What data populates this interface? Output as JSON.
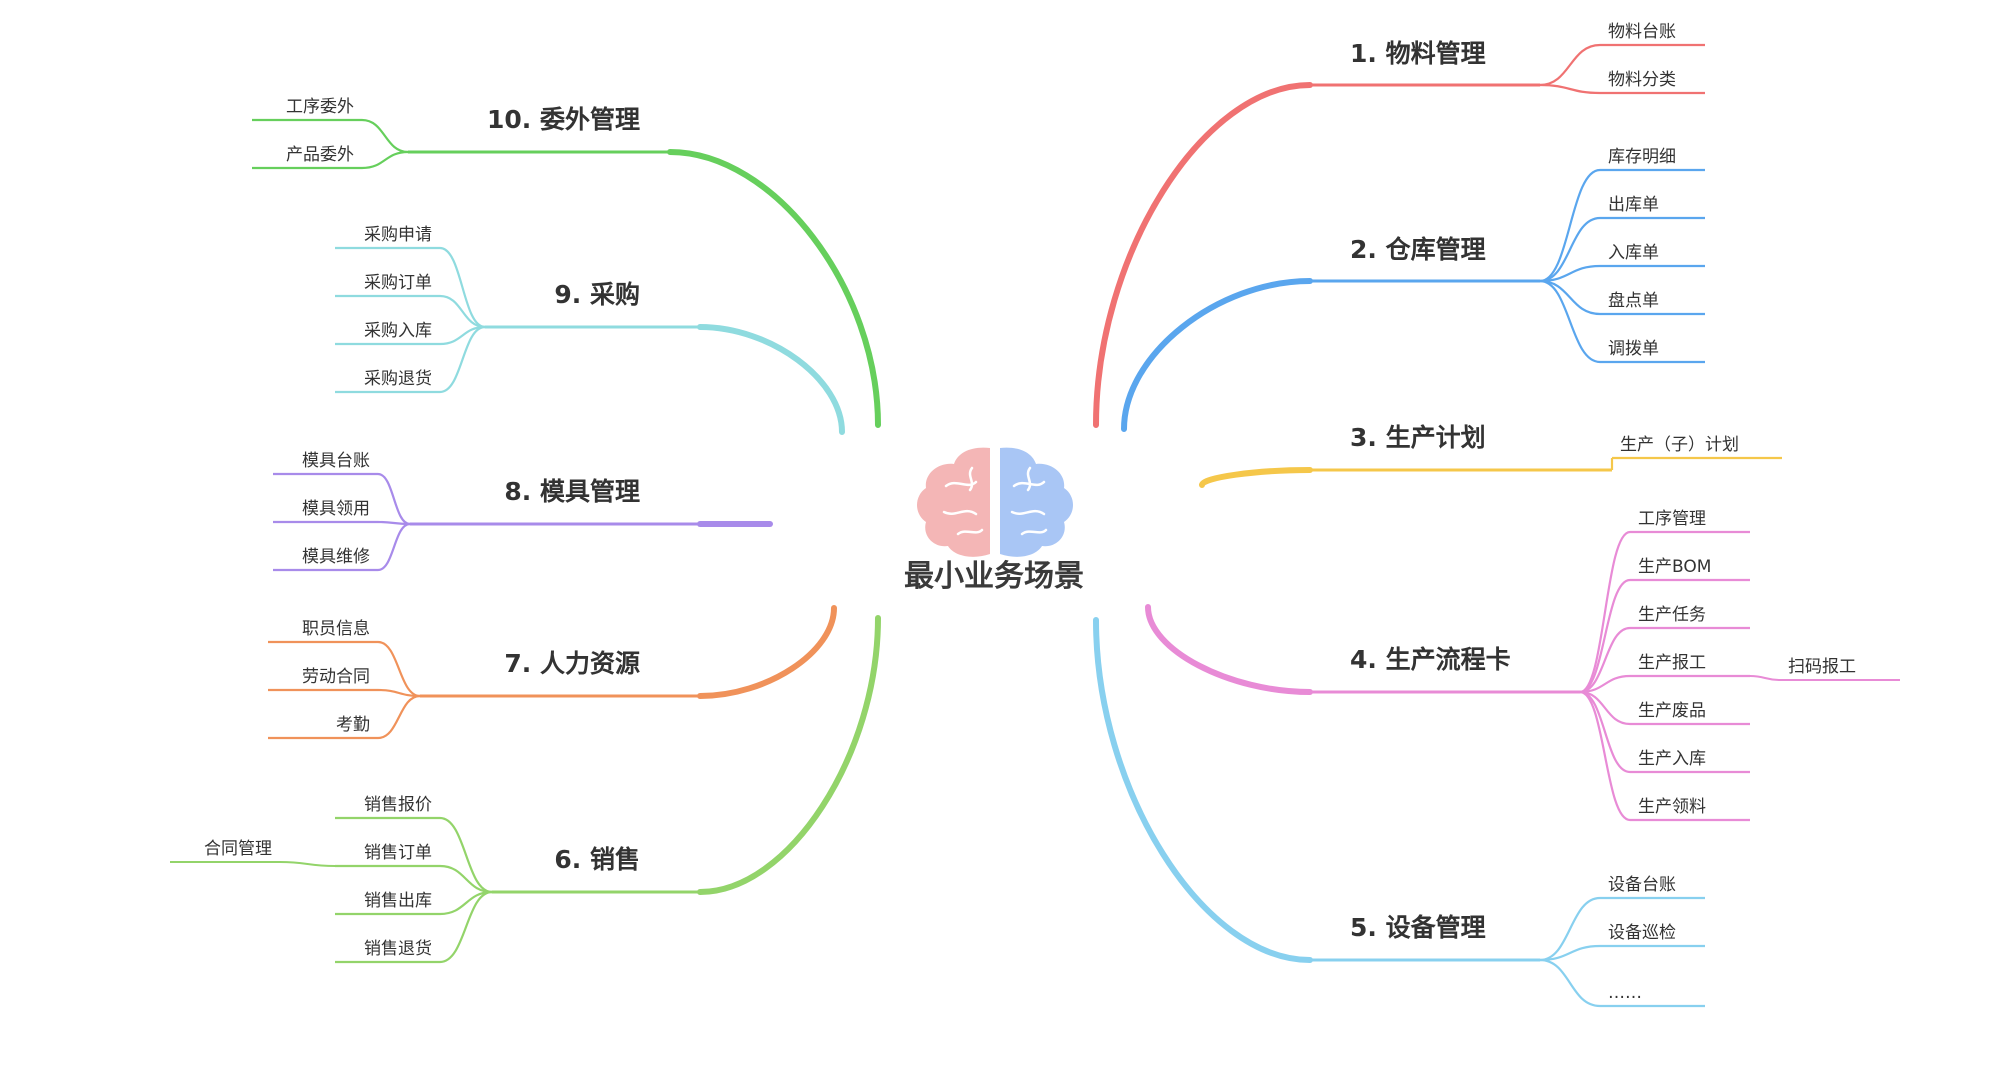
{
  "center": {
    "title": "最小业务场景",
    "icon": "brain-icon",
    "left_color": "#f4b6b6",
    "right_color": "#a9c6f5"
  },
  "branches": [
    {
      "label": "1. 物料管理",
      "color": "#f07272",
      "side": "right",
      "children": [
        {
          "label": "物料台账"
        },
        {
          "label": "物料分类"
        }
      ]
    },
    {
      "label": "2. 仓库管理",
      "color": "#5aa6ee",
      "side": "right",
      "children": [
        {
          "label": "库存明细"
        },
        {
          "label": "出库单"
        },
        {
          "label": "入库单"
        },
        {
          "label": "盘点单"
        },
        {
          "label": "调拨单"
        }
      ]
    },
    {
      "label": "3. 生产计划",
      "color": "#f5c74a",
      "side": "right",
      "children": [
        {
          "label": "生产（子）计划"
        }
      ]
    },
    {
      "label": "4. 生产流程卡",
      "color": "#e88bd6",
      "side": "right",
      "children": [
        {
          "label": "工序管理"
        },
        {
          "label": "生产BOM"
        },
        {
          "label": "生产任务"
        },
        {
          "label": "生产报工",
          "children": [
            {
              "label": "扫码报工"
            }
          ]
        },
        {
          "label": "生产废品"
        },
        {
          "label": "生产入库"
        },
        {
          "label": "生产领料"
        }
      ]
    },
    {
      "label": "5. 设备管理",
      "color": "#88d0ef",
      "side": "right",
      "children": [
        {
          "label": "设备台账"
        },
        {
          "label": "设备巡检"
        },
        {
          "label": "……"
        }
      ]
    },
    {
      "label": "6. 销售",
      "color": "#93d46a",
      "side": "left",
      "children": [
        {
          "label": "销售报价"
        },
        {
          "label": "销售订单",
          "children": [
            {
              "label": "合同管理"
            }
          ]
        },
        {
          "label": "销售出库"
        },
        {
          "label": "销售退货"
        }
      ]
    },
    {
      "label": "7. 人力资源",
      "color": "#f0925a",
      "side": "left",
      "children": [
        {
          "label": "职员信息"
        },
        {
          "label": "劳动合同"
        },
        {
          "label": "考勤"
        }
      ]
    },
    {
      "label": "8. 模具管理",
      "color": "#a88bea",
      "side": "left",
      "children": [
        {
          "label": "模具台账"
        },
        {
          "label": "模具领用"
        },
        {
          "label": "模具维修"
        }
      ]
    },
    {
      "label": "9. 采购",
      "color": "#8fdbdf",
      "side": "left",
      "children": [
        {
          "label": "采购申请"
        },
        {
          "label": "采购订单"
        },
        {
          "label": "采购入库"
        },
        {
          "label": "采购退货"
        }
      ]
    },
    {
      "label": "10. 委外管理",
      "color": "#66cf5c",
      "side": "left",
      "children": [
        {
          "label": "工序委外"
        },
        {
          "label": "产品委外"
        }
      ]
    }
  ]
}
